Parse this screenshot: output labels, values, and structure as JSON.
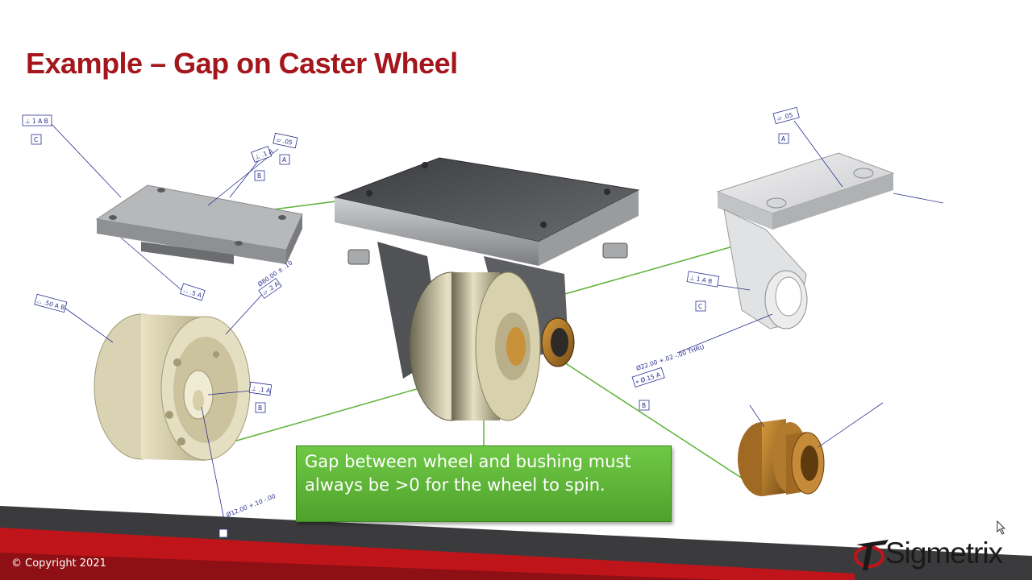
{
  "slide": {
    "title": "Example – Gap on Caster Wheel",
    "callout": "Gap between wheel and bushing must always be >0 for the wheel to spin.",
    "copyright": "© Copyright 2021",
    "brand": "Sigmetrix"
  },
  "annotations": {
    "plate_fcf_top": "⊥ 1 A B",
    "plate_datum_c": "C",
    "plate_fcf_right_flat": "⏥ .05",
    "plate_datum_a": "A",
    "plate_fcf_perp": "⊥ .1 A",
    "plate_datum_b": "B",
    "plate_profile": "⌓ .5 A",
    "wheel_fcf_left": "⌓ .50 A B",
    "wheel_dim_top": "Ø80.00 ± .10",
    "wheel_fcf_top": "⏥ .2 A",
    "wheel_fcf_perp": "⊥ .1 A",
    "wheel_datum_b": "B",
    "wheel_dim_bore": "Ø12.00 +.10 -.00",
    "bracket_fcf_top": "⏥ .05",
    "bracket_datum_a": "A",
    "bracket_fcf_perp": "⊥ 1 A B",
    "bracket_datum_c": "C",
    "bracket_dim_hole": "Ø22.00 +.02 -.00 THRU",
    "bracket_fcf_pos": "⌖ Ø.15 A",
    "bracket_datum_b": "B"
  },
  "colors": {
    "title": "#a5161c",
    "callout_fill": "#5bb534",
    "leader": "#5ab236",
    "dimension_ink": "#2a2f8f",
    "footer_band": "#c0141b"
  },
  "icons": [
    "sigmetrix-logo-icon",
    "mouse-cursor-icon"
  ]
}
